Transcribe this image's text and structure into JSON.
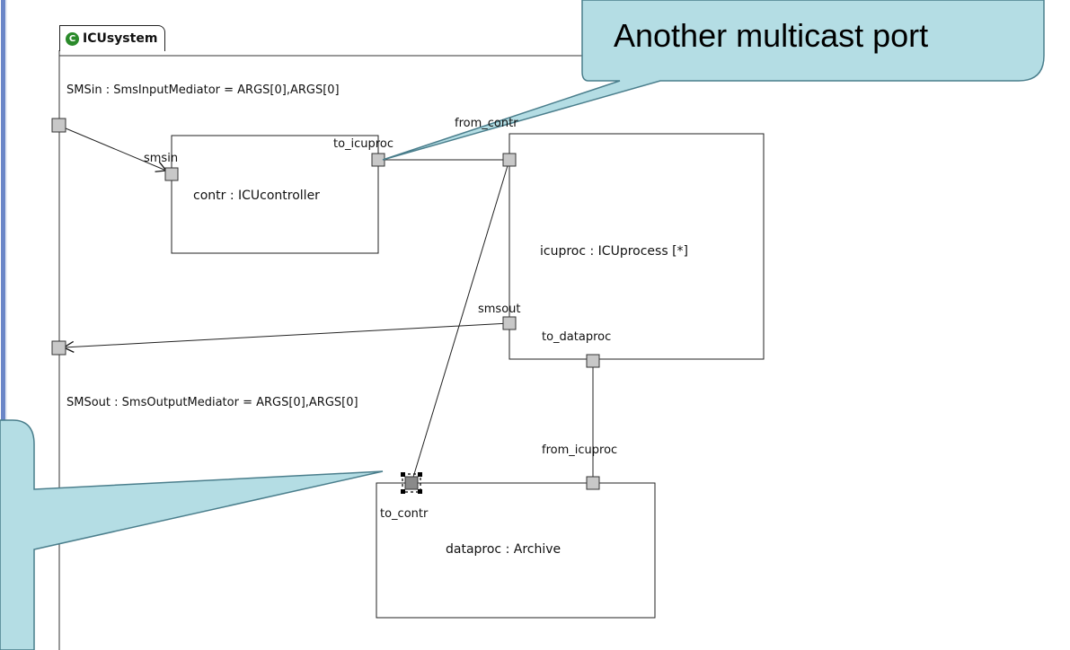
{
  "frame": {
    "title": "ICUsystem",
    "icon": "component-icon"
  },
  "mediators": {
    "sms_in": "SMSin : SmsInputMediator = ARGS[0],ARGS[0]",
    "sms_out": "SMSout : SmsOutputMediator = ARGS[0],ARGS[0]"
  },
  "parts": {
    "contr": {
      "label": "contr : ICUcontroller",
      "port_in": "smsin",
      "port_out": "to_icuproc"
    },
    "icuproc": {
      "label": "icuproc : ICUprocess [*]",
      "port_from": "from_contr",
      "port_smsout": "smsout",
      "port_to_dataproc": "to_dataproc"
    },
    "dataproc": {
      "label": "dataproc : Archive",
      "port_to_contr": "to_contr",
      "port_from_icuproc": "from_icuproc"
    }
  },
  "callouts": {
    "top": "Another multicast port"
  },
  "colors": {
    "port_fill": "#c8c8c8",
    "callout_fill": "#b4dde4",
    "callout_stroke": "#4a7e8c"
  }
}
